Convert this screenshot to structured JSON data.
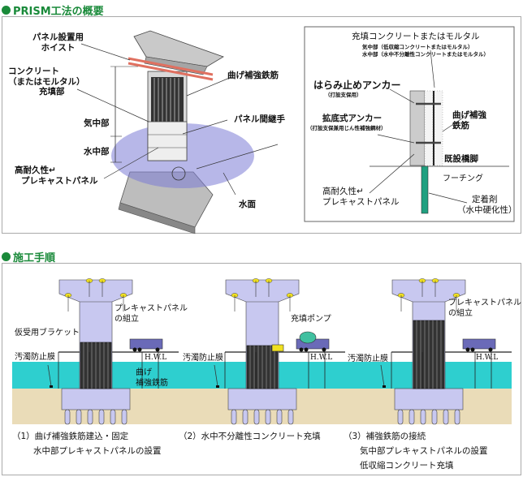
{
  "section1": {
    "heading": "PRISM工法の概要",
    "left_diagram": {
      "labels": {
        "hoist": [
          "パネル設置用",
          "ホイスト"
        ],
        "concrete": [
          "コンクリート",
          "（またはモルタル）",
          "充填部"
        ],
        "air_part": "気中部",
        "water_part": "水中部",
        "precast_panel": [
          "高耐久性↵",
          "プレキャストパネル"
        ],
        "rebar": "曲げ補強鉄筋",
        "panel_joint": "パネル間継手",
        "water_surface": "水面"
      }
    },
    "right_diagram": {
      "labels": {
        "fill_title": "充填コンクリートまたはモルタル",
        "fill_air": "気中部（低収縮コンクリートまたはモルタル）",
        "fill_water": "水中部（水中不分離性コンクリートまたはモルタル）",
        "bulge_anchor": "はらみ止めアンカー",
        "bulge_anchor_note": "（打設支保用）",
        "expand_anchor": "拡底式アンカー",
        "expand_anchor_note": "（打設支保兼用じん性補強鋼材）",
        "rebar": [
          "曲げ補強",
          "鉄筋"
        ],
        "existing_pier": "既設橋脚",
        "footing": "フーチング",
        "precast_panel": [
          "高耐久性↵",
          "プレキャストパネル"
        ],
        "fixing_agent": [
          "定着剤",
          "（水中硬化性）"
        ]
      }
    }
  },
  "section2": {
    "heading": "施工手順",
    "steps": [
      {
        "labels": {
          "precast_assembly": [
            "プレキャストパネル",
            "の組立"
          ],
          "bracket": "仮受用ブラケット",
          "silt_fence": "汚濁防止膜",
          "hwl": "H.W.L",
          "rebar": [
            "曲げ",
            "補強鉄筋"
          ]
        },
        "caption": [
          "（1）曲げ補強鉄筋建込・固定",
          "水中部プレキャストパネルの設置"
        ]
      },
      {
        "labels": {
          "pump": "充填ポンプ",
          "silt_fence": "汚濁防止膜",
          "hwl": "H.W.L"
        },
        "caption": [
          "（2）水中不分離性コンクリート充填"
        ]
      },
      {
        "labels": {
          "precast_assembly": [
            "プレキャストパネル",
            "の組立"
          ],
          "silt_fence": "汚濁防止膜",
          "hwl": "H.W.L"
        },
        "caption": [
          "（3）補強鉄筋の接続",
          "気中部プレキャストパネルの設置",
          "低収縮コンクリート充填"
        ]
      }
    ]
  },
  "colors": {
    "heading_green": "#1a8a3a",
    "water": "#2ecfcf",
    "soil": "#eadcb8",
    "pier": "#c8c8f0",
    "water_plane": "#7b7bd6",
    "rebar_red": "#e07060",
    "fixing_green": "#20a080",
    "hoist_yellow": "#f0e020"
  }
}
